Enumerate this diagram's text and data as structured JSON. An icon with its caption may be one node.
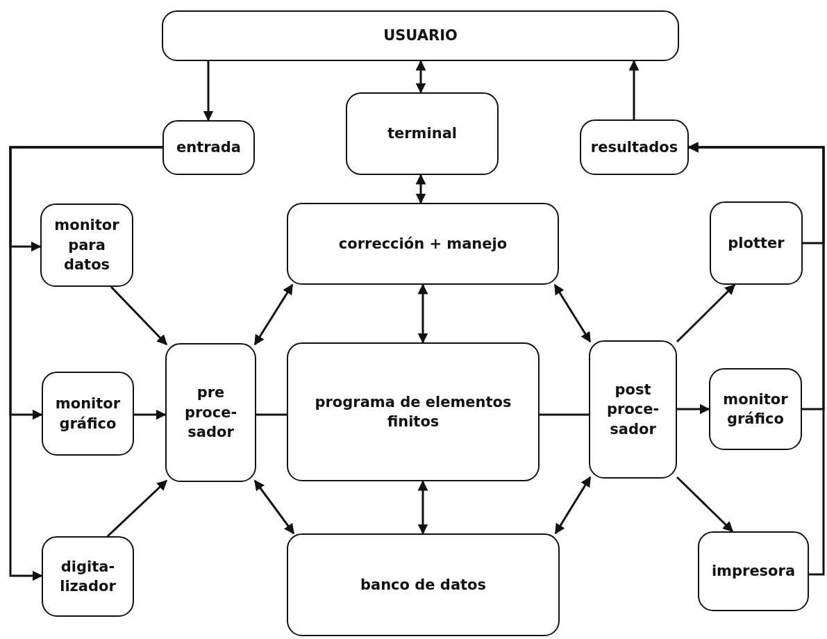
{
  "diagram": {
    "nodes": [
      {
        "text": [
          "USUARIO"
        ]
      },
      {
        "text": [
          "entrada"
        ]
      },
      {
        "text": [
          "terminal"
        ]
      },
      {
        "text": [
          "resultados"
        ]
      },
      {
        "text": [
          "monitor para datos"
        ]
      },
      {
        "text": [
          "corrección + manejo"
        ]
      },
      {
        "text": [
          "plotter"
        ]
      },
      {
        "text": [
          "monitor gráfico"
        ]
      },
      {
        "text": [
          "pre proce- sador"
        ]
      },
      {
        "text": [
          "programa de elementos finitos"
        ]
      },
      {
        "text": [
          "post proce- sador"
        ]
      },
      {
        "text": [
          "monitor gráfico"
        ]
      },
      {
        "text": [
          "digita- lizador"
        ]
      },
      {
        "text": [
          "banco de datos"
        ]
      },
      {
        "text": [
          "impresora"
        ]
      }
    ],
    "edges": [
      {
        "from": 0,
        "to": 1,
        "arrow": "to"
      },
      {
        "from": 0,
        "to": 2,
        "arrow": "both"
      },
      {
        "from": 3,
        "to": 0,
        "arrow": "to"
      },
      {
        "from": 2,
        "to": 5,
        "arrow": "both"
      },
      {
        "from": 1,
        "to": 4,
        "arrow": "to"
      },
      {
        "from": 1,
        "to": 7,
        "arrow": "to"
      },
      {
        "from": 1,
        "to": 12,
        "arrow": "to"
      },
      {
        "from": 4,
        "to": 8,
        "arrow": "to"
      },
      {
        "from": 7,
        "to": 8,
        "arrow": "to"
      },
      {
        "from": 12,
        "to": 8,
        "arrow": "to"
      },
      {
        "from": 8,
        "to": 5,
        "arrow": "both"
      },
      {
        "from": 8,
        "to": 13,
        "arrow": "both"
      },
      {
        "from": 5,
        "to": 9,
        "arrow": "both"
      },
      {
        "from": 9,
        "to": 13,
        "arrow": "both"
      },
      {
        "from": 8,
        "to": 9,
        "arrow": "none"
      },
      {
        "from": 9,
        "to": 10,
        "arrow": "none"
      },
      {
        "from": 5,
        "to": 10,
        "arrow": "both"
      },
      {
        "from": 13,
        "to": 10,
        "arrow": "both"
      },
      {
        "from": 10,
        "to": 6,
        "arrow": "to"
      },
      {
        "from": 10,
        "to": 11,
        "arrow": "to"
      },
      {
        "from": 10,
        "to": 14,
        "arrow": "to"
      },
      {
        "from": 6,
        "to": 3,
        "arrow": "to"
      },
      {
        "from": 11,
        "to": 3,
        "arrow": "to"
      },
      {
        "from": 14,
        "to": 3,
        "arrow": "to"
      }
    ]
  }
}
